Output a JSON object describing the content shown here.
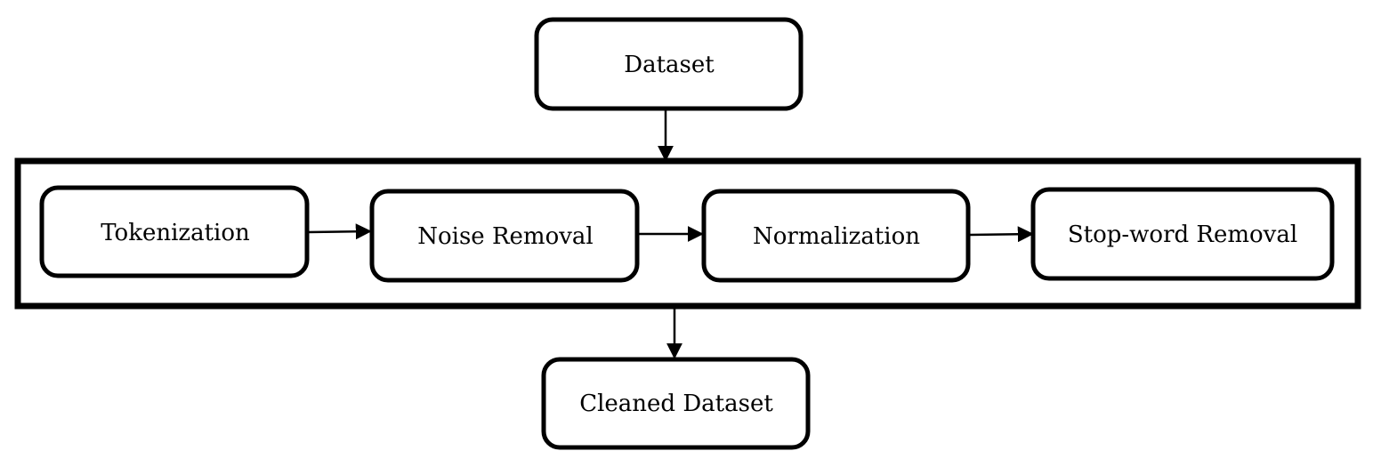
{
  "nodes": {
    "dataset": "Dataset",
    "tokenization": "Tokenization",
    "noise_removal": "Noise Removal",
    "normalization": "Normalization",
    "stopword_removal": "Stop-word Removal",
    "cleaned_dataset": "Cleaned Dataset"
  },
  "colors": {
    "stroke": "#000000",
    "background": "#ffffff"
  }
}
